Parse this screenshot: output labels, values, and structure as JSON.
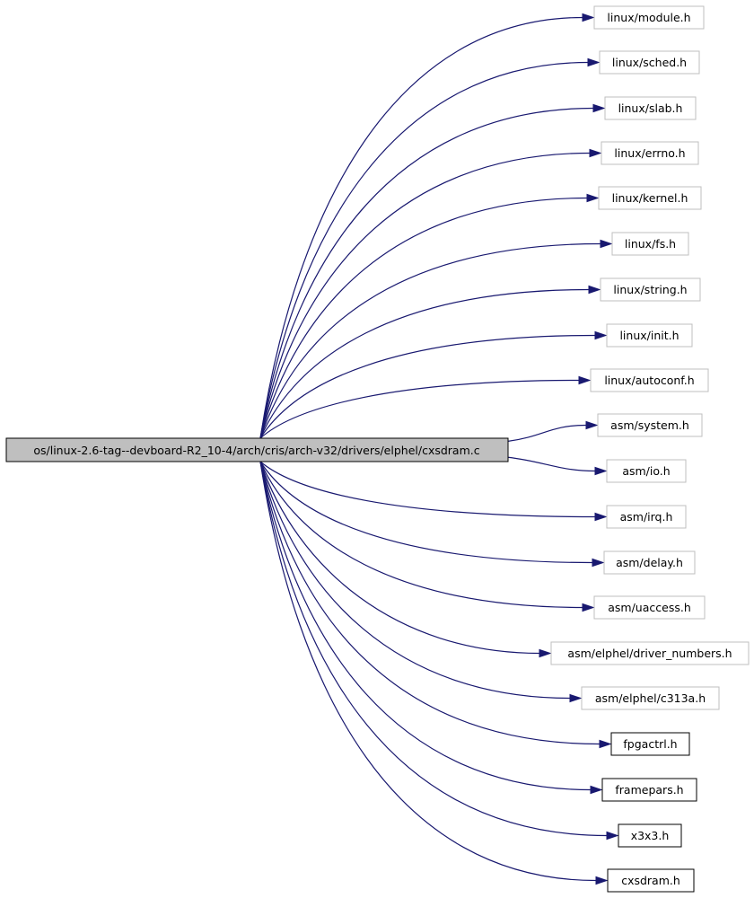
{
  "source": {
    "label": "os/linux-2.6-tag--devboard-R2_10-4/arch/cris/arch-v32/drivers/elphel/cxsdram.c",
    "fill": "#bfbfbf",
    "border": "#000000"
  },
  "colors": {
    "edge": "#191970",
    "external_border": "#bfbfbf",
    "documented_border": "#000000",
    "node_fill": "#ffffff"
  },
  "includes": [
    {
      "label": "linux/module.h",
      "documented": false
    },
    {
      "label": "linux/sched.h",
      "documented": false
    },
    {
      "label": "linux/slab.h",
      "documented": false
    },
    {
      "label": "linux/errno.h",
      "documented": false
    },
    {
      "label": "linux/kernel.h",
      "documented": false
    },
    {
      "label": "linux/fs.h",
      "documented": false
    },
    {
      "label": "linux/string.h",
      "documented": false
    },
    {
      "label": "linux/init.h",
      "documented": false
    },
    {
      "label": "linux/autoconf.h",
      "documented": false
    },
    {
      "label": "asm/system.h",
      "documented": false
    },
    {
      "label": "asm/io.h",
      "documented": false
    },
    {
      "label": "asm/irq.h",
      "documented": false
    },
    {
      "label": "asm/delay.h",
      "documented": false
    },
    {
      "label": "asm/uaccess.h",
      "documented": false
    },
    {
      "label": "asm/elphel/driver_numbers.h",
      "documented": false
    },
    {
      "label": "asm/elphel/c313a.h",
      "documented": false
    },
    {
      "label": "fpgactrl.h",
      "documented": true
    },
    {
      "label": "framepars.h",
      "documented": true
    },
    {
      "label": "x3x3.h",
      "documented": true
    },
    {
      "label": "cxsdram.h",
      "documented": true
    }
  ]
}
